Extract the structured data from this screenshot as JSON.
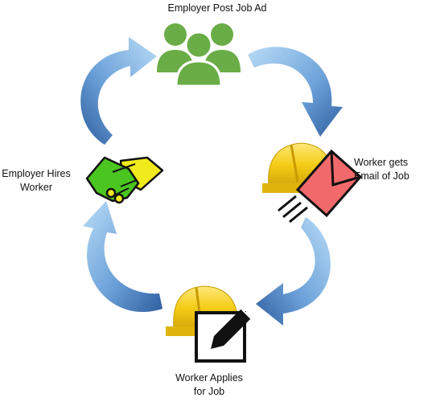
{
  "steps": [
    {
      "id": "post",
      "lines": [
        "Employer Post Job Ad"
      ],
      "icon": "group-of-people-icon"
    },
    {
      "id": "email",
      "lines": [
        "Worker gets",
        "Email of Job"
      ],
      "icon": "hardhat-email-icon"
    },
    {
      "id": "apply",
      "lines": [
        "Worker Applies",
        "for Job"
      ],
      "icon": "hardhat-edit-form-icon"
    },
    {
      "id": "hire",
      "lines": [
        "Employer Hires",
        "Worker"
      ],
      "icon": "handshake-icon"
    }
  ],
  "flow": "clockwise",
  "colors": {
    "arrow_light": "#a9d3f3",
    "arrow_dark": "#2f5fa0",
    "people_green": "#6aac46",
    "hardhat_yellow": "#f4cd16",
    "envelope_red": "#f2696b",
    "handshake_green": "#4bc51f",
    "handshake_yellow": "#f1ea1c"
  }
}
